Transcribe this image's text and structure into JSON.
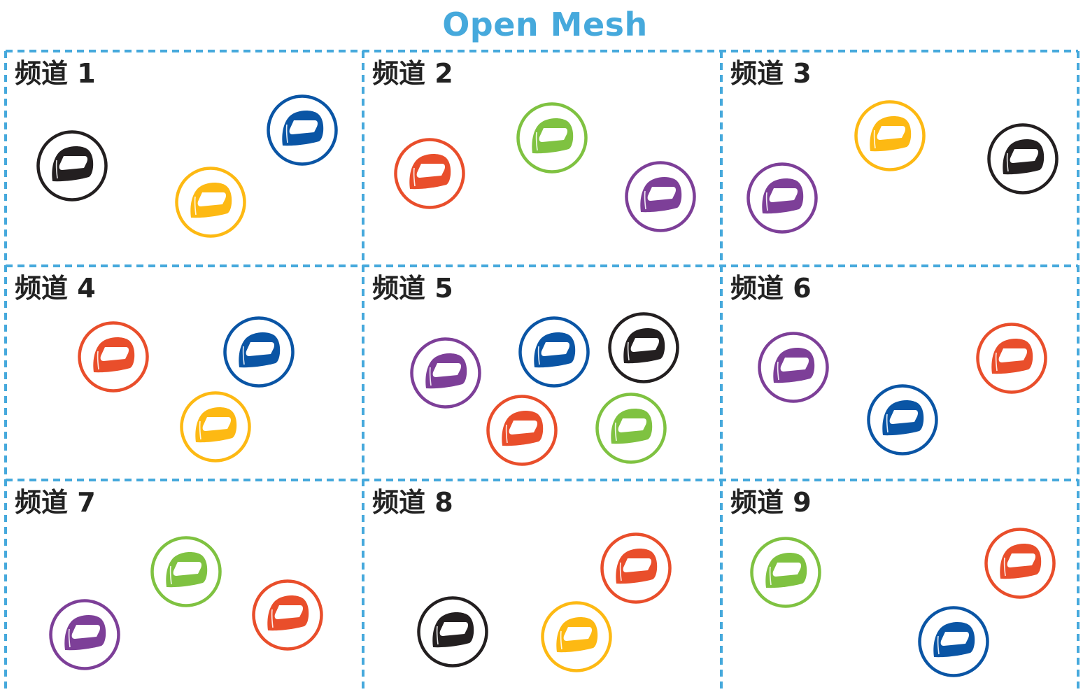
{
  "title": "Open Mesh",
  "colors": {
    "title": "#46a9dc",
    "grid_border": "#46a9dc",
    "label_text": "#222222",
    "helmet": {
      "black": "#231f20",
      "blue": "#0a55a5",
      "yellow": "#fdb913",
      "red": "#e94e2b",
      "green": "#7fc241",
      "purple": "#7d3f98"
    }
  },
  "channels": [
    {
      "label": "频道 1",
      "helmets": [
        "black",
        "blue",
        "yellow"
      ]
    },
    {
      "label": "频道 2",
      "helmets": [
        "red",
        "green",
        "purple"
      ]
    },
    {
      "label": "频道 3",
      "helmets": [
        "yellow",
        "black",
        "purple"
      ]
    },
    {
      "label": "频道 4",
      "helmets": [
        "red",
        "blue",
        "yellow"
      ]
    },
    {
      "label": "频道 5",
      "helmets": [
        "purple",
        "blue",
        "black",
        "red",
        "green"
      ]
    },
    {
      "label": "频道 6",
      "helmets": [
        "purple",
        "red",
        "blue"
      ]
    },
    {
      "label": "频道 7",
      "helmets": [
        "green",
        "red",
        "purple"
      ]
    },
    {
      "label": "频道 8",
      "helmets": [
        "red",
        "black",
        "yellow"
      ]
    },
    {
      "label": "频道 9",
      "helmets": [
        "green",
        "red",
        "blue"
      ]
    }
  ],
  "icon": "helmet-icon"
}
